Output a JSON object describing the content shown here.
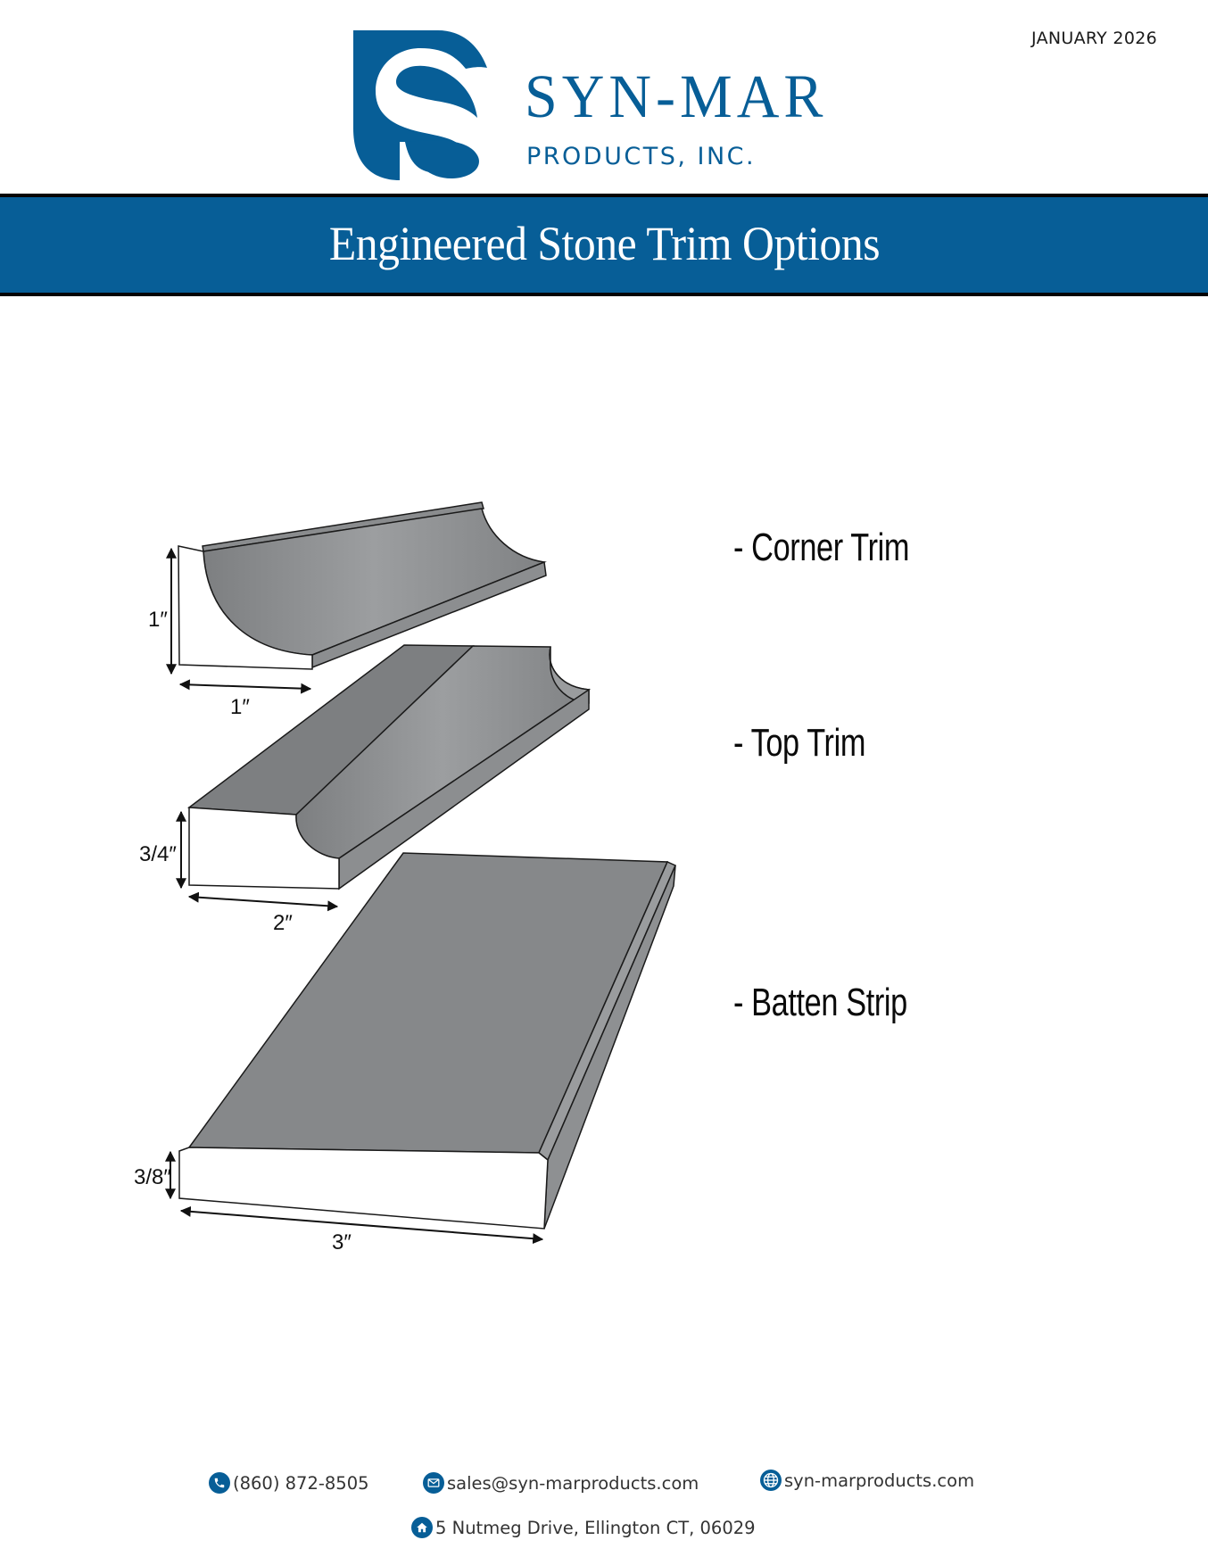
{
  "header": {
    "date": "JANUARY 2026",
    "logo": {
      "company_name": "SYN-MAR",
      "company_suffix": "PRODUCTS, INC.",
      "icon": "s-monogram-logo-icon",
      "brand_color": "#075e97"
    }
  },
  "banner": {
    "title": "Engineered Stone Trim Options",
    "background_color": "#075e97"
  },
  "products": [
    {
      "label": "- Corner Trim",
      "height": "1″",
      "width": "1″"
    },
    {
      "label": "- Top Trim",
      "height": "3/4″",
      "width": "2″"
    },
    {
      "label": "- Batten Strip",
      "height": "3/8″",
      "width": "3″"
    }
  ],
  "colors": {
    "stone_top": "#86888a",
    "stone_side": "#9a9c9e",
    "stone_edge": "#1a1a1a"
  },
  "footer": {
    "phone": {
      "icon": "phone-icon",
      "text": "(860) 872-8505"
    },
    "email": {
      "icon": "mail-icon",
      "text": "sales@syn-marproducts.com"
    },
    "website": {
      "icon": "globe-icon",
      "text": "syn-marproducts.com"
    },
    "address": {
      "icon": "home-icon",
      "text": "5 Nutmeg Drive, Ellington CT, 06029"
    }
  }
}
